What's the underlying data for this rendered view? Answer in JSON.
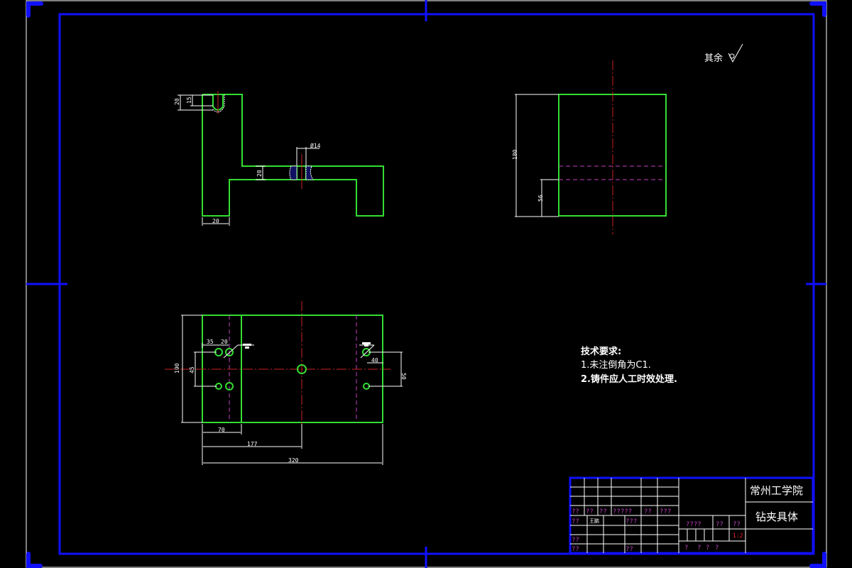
{
  "colors": {
    "background": "#000000",
    "frame": "#1010ff",
    "outline": "#33dd33",
    "centerline": "#cc2222",
    "hidden": "#c040c0",
    "dimension": "#ffffff",
    "red_label": "#ff2020"
  },
  "roughness_note": {
    "label": "其余",
    "symbol": "surface-finish-symbol"
  },
  "front_view": {
    "dims": {
      "slot_height": "20",
      "slot_depth": "15",
      "web_thickness": "20",
      "hole_dia": "Ø14",
      "leg_width": "20"
    }
  },
  "side_view": {
    "dims": {
      "height": "180",
      "hole_offset": "56"
    }
  },
  "top_view": {
    "dims": {
      "d35": "35",
      "d20": "20",
      "d45": "45",
      "d190": "190",
      "d40": "40",
      "d50": "50",
      "d70": "70",
      "d177": "177",
      "d320": "320"
    }
  },
  "tech_requirements": {
    "title": "技术要求:",
    "items": [
      "1.未注倒角为C1.",
      "2.铸件应人工时效处理."
    ]
  },
  "title_block": {
    "school": "常州工学院",
    "part_name": "钻夹具体",
    "row4": [
      "??",
      "??",
      "??",
      "?????",
      "??",
      "???"
    ],
    "row5_label": "??",
    "row5_name": "王鹏",
    "row5_col": "???",
    "row7": "??",
    "row8_a": "??",
    "row8_b": "??",
    "mid_a": "????",
    "mid_b": "??",
    "mid_c": "??",
    "scale": "1:2",
    "bottom": [
      "?",
      "?",
      "?",
      "?"
    ]
  }
}
